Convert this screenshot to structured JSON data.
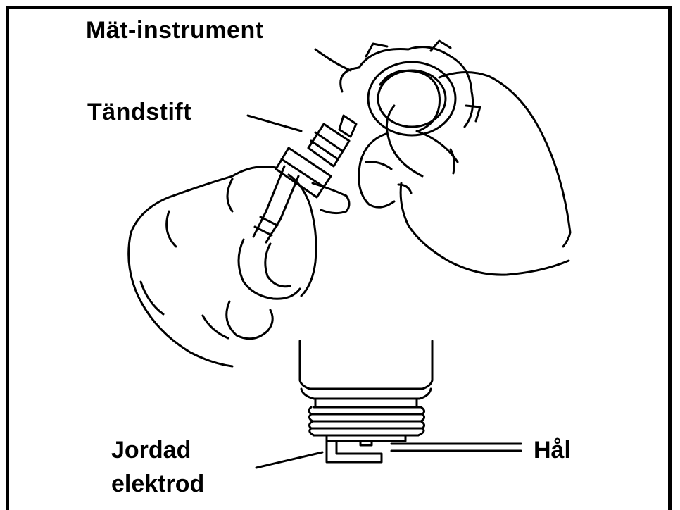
{
  "labels": {
    "measuring_tool": "Mät-instrument",
    "spark_plug": "Tändstift",
    "ground_electrode_line1": "Jordad",
    "ground_electrode_line2": "elektrod",
    "gap": "Hål"
  }
}
